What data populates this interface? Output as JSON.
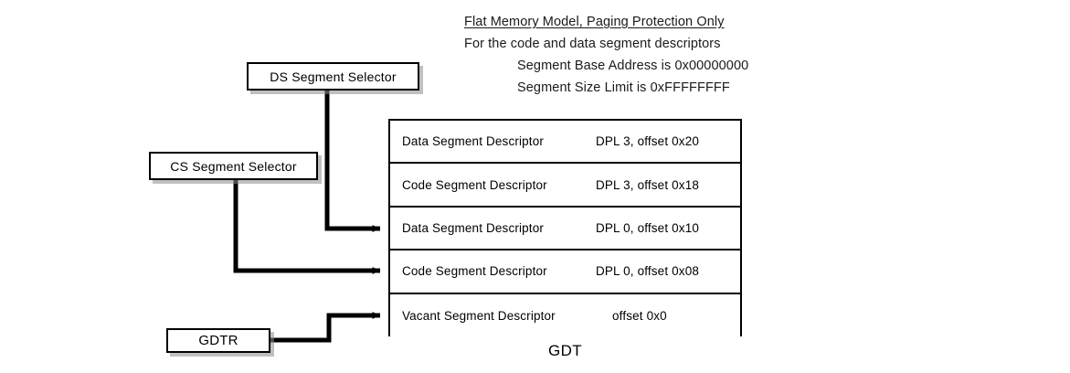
{
  "diagram": {
    "title_block": {
      "line1": "Flat Memory Model, Paging Protection Only",
      "line2": "For the code and data segment descriptors",
      "line3": "Segment Base Address is 0x00000000",
      "line4": "Segment Size Limit is 0xFFFFFFFF"
    },
    "gdt": {
      "caption": "GDT",
      "rows": [
        {
          "name": "Data Segment Descriptor",
          "detail": "DPL 3, offset 0x20"
        },
        {
          "name": "Code Segment Descriptor",
          "detail": "DPL 3, offset 0x18"
        },
        {
          "name": "Data Segment Descriptor",
          "detail": "DPL 0, offset 0x10"
        },
        {
          "name": "Code Segment Descriptor",
          "detail": "DPL 0, offset 0x08"
        },
        {
          "name": "Vacant Segment Descriptor",
          "detail": "offset 0x0"
        }
      ]
    },
    "registers": {
      "ds_selector": "DS Segment Selector",
      "cs_selector": "CS Segment Selector",
      "gdtr": "GDTR"
    },
    "colors": {
      "line": "#000000",
      "background": "#ffffff",
      "shadow": "#8c8c8c"
    }
  }
}
